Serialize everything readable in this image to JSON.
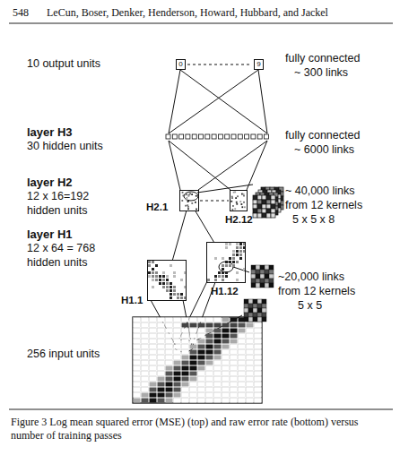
{
  "diagram": {
    "caption": "Figure 3 Log mean squared error (MSE) (top) and raw error rate (bottom) versus number of training passes",
    "nodes": [
      {
        "text": [
          "0"
        ]
      },
      {
        "text": [
          "9"
        ]
      },
      {
        "text": [
          "H2.1"
        ]
      },
      {
        "text": [
          "H2.12"
        ]
      },
      {
        "text": [
          "H1.1"
        ]
      },
      {
        "text": [
          "H1.12"
        ]
      }
    ],
    "edges": [
      {
        "from": 4,
        "to": 2,
        "arrow": "none"
      },
      {
        "from": 5,
        "to": 2,
        "arrow": "none"
      }
    ],
    "labels": [
      "548",
      "LeCun, Boser, Denker, Henderson, Howard, Hubbard, and Jackel",
      "10 output units",
      "fully connected",
      "~ 300 links",
      "layer H3",
      "30 hidden units",
      "fully connected",
      "~ 6000 links",
      "layer H2",
      "12 x 16=192",
      "hidden units",
      "~ 40,000 links",
      "from 12 kernels",
      "5 x 5 x 8",
      "layer H1",
      "12 x 64 = 768",
      "hidden units",
      "~20,000 links",
      "from 12 kernels",
      "5 x 5",
      "256 input units"
    ]
  }
}
